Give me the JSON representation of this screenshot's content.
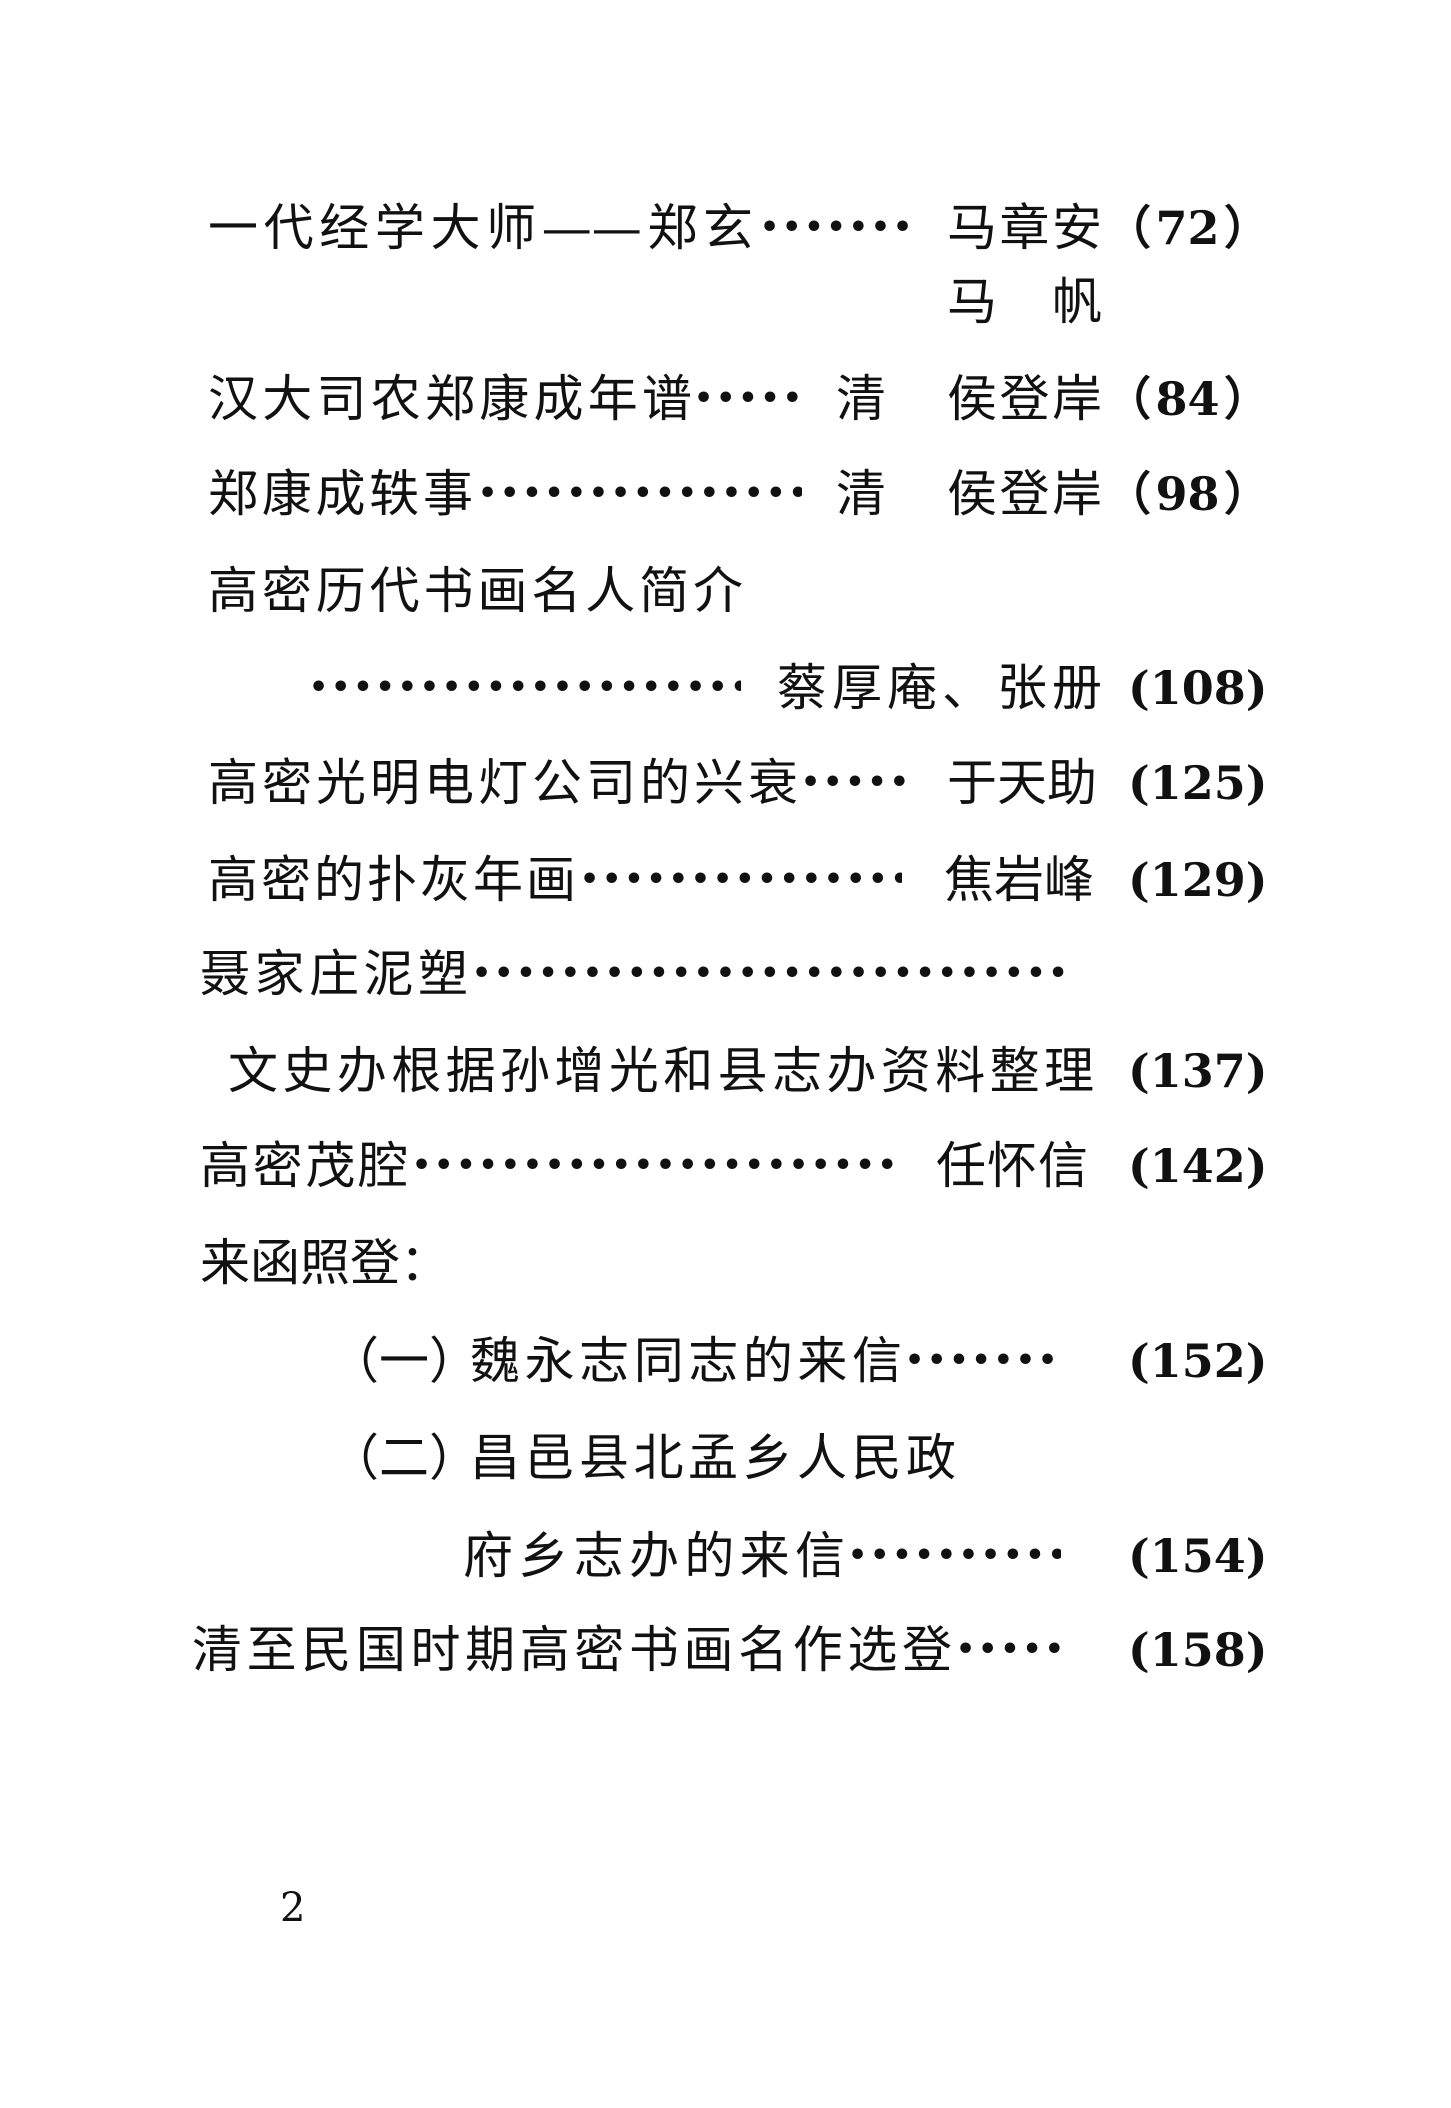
{
  "entries": [
    {
      "title": "一代经学大师——郑玄",
      "leader": "•••••••••••••••",
      "author": "马章安",
      "page": "（72）"
    },
    {
      "author": "马　帆"
    },
    {
      "title": "汉大司农郑康成年谱",
      "leader": "••••••••••••",
      "prefix": "清",
      "author": "侯登岸",
      "page": "（84）"
    },
    {
      "title": "郑康成轶事",
      "leader": "••••••••••••••••••••••••••••••••",
      "prefix": "清",
      "author": "侯登岸",
      "page": "（98）"
    },
    {
      "title": "高密历代书画名人简介"
    },
    {
      "leader": "••••••••••••••••••••••••••••••••••••••••••",
      "author": "蔡厚庵、张册",
      "page": "(108)"
    },
    {
      "title": "高密光明电灯公司的兴衰",
      "leader": "•••••••••••",
      "author": "于天助",
      "page": "(125)"
    },
    {
      "title": "高密的扑灰年画",
      "leader": "••••••••••••••••••••••••••••••••••",
      "author": "焦岩峰",
      "page": "(129)"
    },
    {
      "title": "聂家庄泥塑",
      "leader": "••••••••••••••••••••••••••••••••••••••••••••••••••••••••••••"
    },
    {
      "title": "文史办根据孙增光和县志办资料整理",
      "page": "(137)"
    },
    {
      "title": "高密茂腔",
      "leader": "••••••••••••••••••••••••••••••••••••••••••••••••••••",
      "author": "任怀信",
      "page": "(142)"
    },
    {
      "title": "来函照登："
    },
    {
      "prefix": "（一）",
      "title": "魏永志同志的来信",
      "leader": "•••••••••••••••••",
      "page": "(152)"
    },
    {
      "prefix": "（二）",
      "title": "昌邑县北孟乡人民政"
    },
    {
      "title": "府乡志办的来信",
      "leader": "•••••••••••••••••••••••••••••",
      "page": "(154)"
    },
    {
      "title": "清至民国时期高密书画名作选登",
      "leader": "••••••••••••••",
      "page": "(158)"
    }
  ],
  "page_number": "2"
}
